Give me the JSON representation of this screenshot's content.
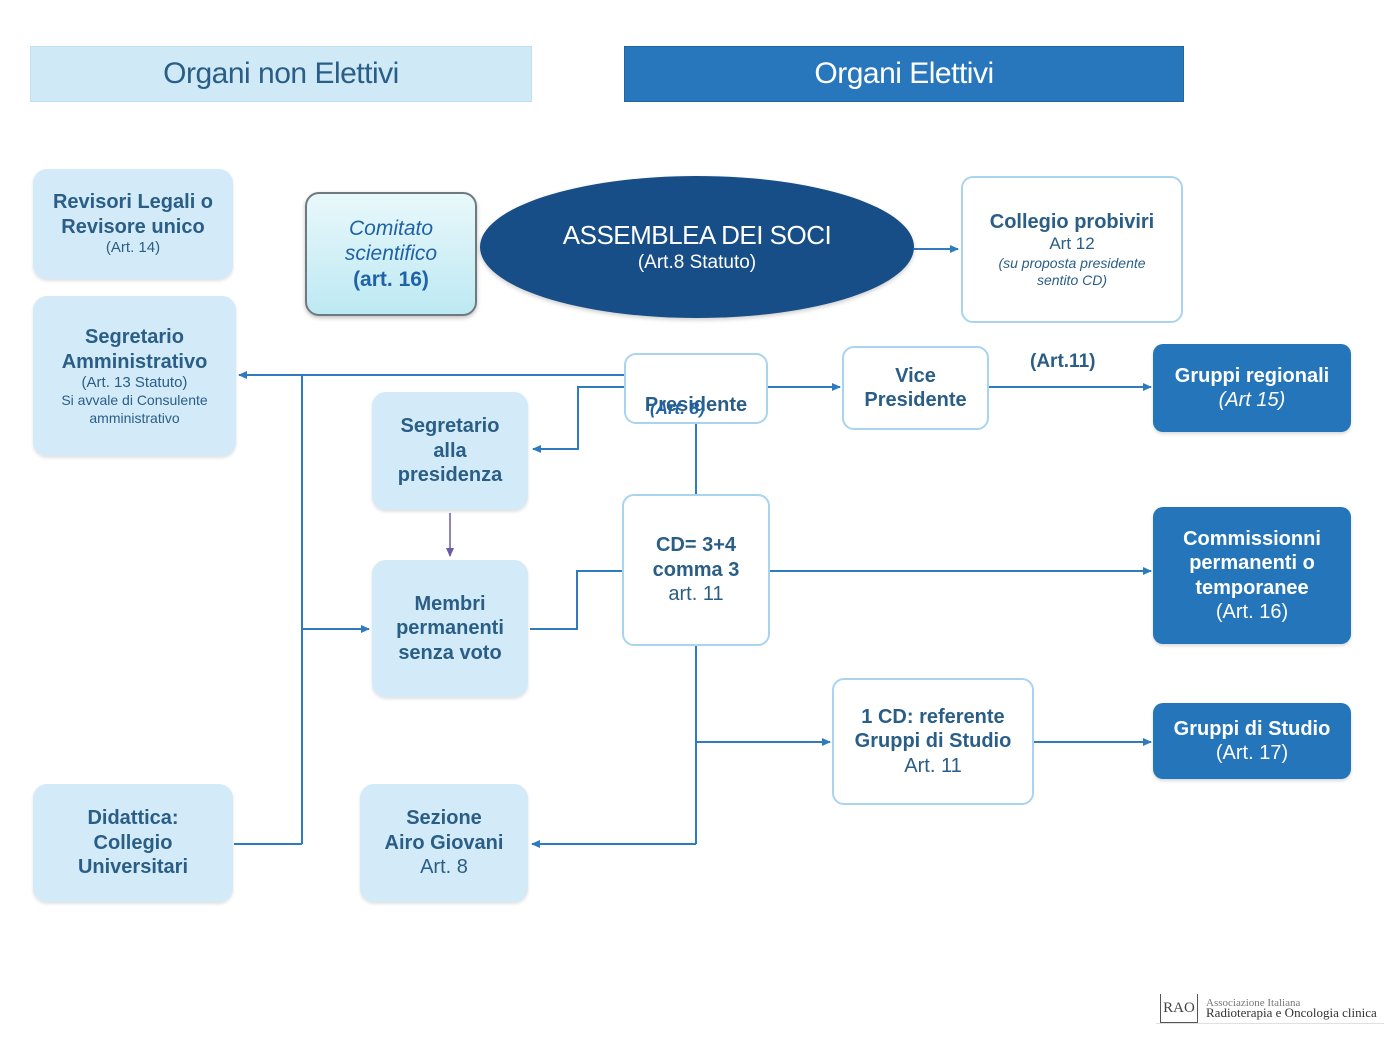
{
  "headers": {
    "non_elettivi": "Organi non Elettivi",
    "elettivi": "Organi Elettivi"
  },
  "nodes": {
    "revisori": {
      "line1": "Revisori Legali o",
      "line2": "Revisore unico",
      "ref": "(Art. 14)"
    },
    "segretario_amm": {
      "line1": "Segretario",
      "line2": "Amministrativo",
      "ref": "(Art. 13 Statuto)",
      "note1": "Si avvale di Consulente",
      "note2": "amministrativo"
    },
    "didattica": {
      "line1": "Didattica:",
      "line2": "Collegio",
      "line3": "Universitari"
    },
    "comitato": {
      "line1": "Comitato",
      "line2": "scientifico",
      "ref": "(art. 16)"
    },
    "assemblea": {
      "title": "ASSEMBLEA DEI SOCI",
      "ref": "(Art.8 Statuto)"
    },
    "collegio": {
      "title": "Collegio probiviri",
      "ref": "Art 12",
      "note1": "(su proposta presidente",
      "note2": "sentito CD)"
    },
    "presidente": {
      "title": "Presidente",
      "ref": "(Art. 8)"
    },
    "vice": {
      "line1": "Vice",
      "line2": "Presidente"
    },
    "art11_label": "(Art.11)",
    "gruppi_regionali": {
      "title": "Gruppi regionali",
      "ref": "(Art 15)"
    },
    "segretario_pres": {
      "line1": "Segretario",
      "line2": "alla",
      "line3": "presidenza"
    },
    "membri": {
      "line1": "Membri",
      "line2": "permanenti",
      "line3": "senza voto"
    },
    "cd": {
      "line1": "CD= 3+4",
      "line2": "comma 3",
      "ref": "art. 11"
    },
    "commissioni": {
      "line1": "Commissionni",
      "line2": "permanenti o",
      "line3": "temporanee",
      "ref": "(Art. 16)"
    },
    "referente": {
      "line1": "1 CD: referente",
      "line2": "Gruppi di Studio",
      "ref": "Art. 11"
    },
    "gruppi_studio": {
      "title": "Gruppi di Studio",
      "ref": "(Art. 17)"
    },
    "sezione": {
      "line1": "Sezione",
      "line2": "Airo Giovani",
      "ref": "Art. 8"
    }
  },
  "logo": {
    "mark": "RAO",
    "line1": "Associazione Italiana",
    "line2": "Radioterapia e Oncologia clinica"
  },
  "colors": {
    "light_fill": "#d3ebf8",
    "dark_fill": "#2575bb",
    "assembly_fill": "#174e87",
    "connector": "#2e7bbf",
    "text_dark": "#2a5e86"
  }
}
